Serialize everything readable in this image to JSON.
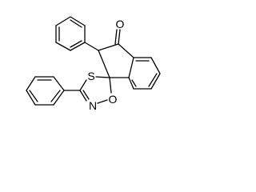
{
  "molecule": {
    "atoms": {
      "carbonyl_oxygen": "O",
      "ring_sulfur": "S",
      "ring_nitrogen": "N",
      "ring_oxygen": "O"
    }
  }
}
